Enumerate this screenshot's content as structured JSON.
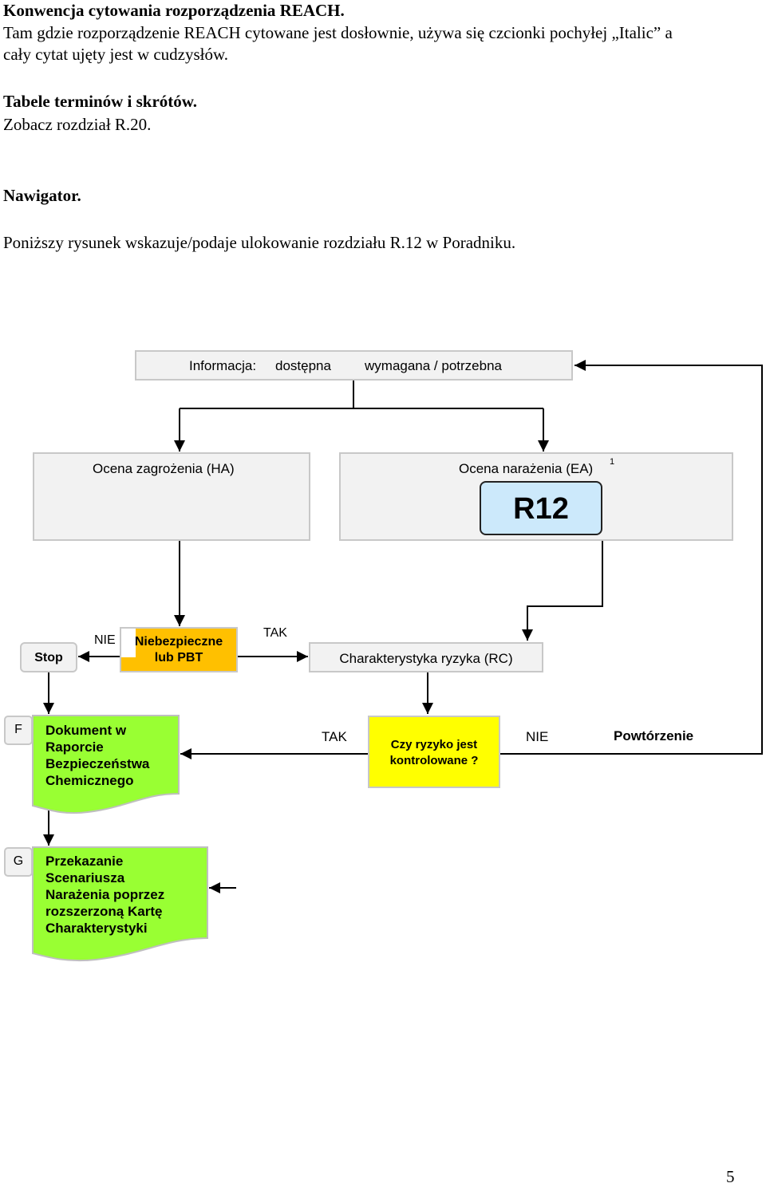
{
  "text": {
    "heading_conv": "Konwencja cytowania rozporządzenia REACH.",
    "conv_line1": "Tam gdzie rozporządzenie REACH cytowane jest dosłownie, używa się czcionki pochyłej „Italic” a",
    "conv_line2": "cały cytat ujęty jest w cudzysłów.",
    "heading_tables": "Tabele terminów i skrótów.",
    "tables_ref": "Zobacz rozdział R.20.",
    "heading_nav": "Nawigator.",
    "nav_desc": "Poniższy rysunek wskazuje/podaje ulokowanie rozdziału R.12 w Poradniku."
  },
  "diagram": {
    "info": {
      "prefix": "Informacja:",
      "available": "dostępna",
      "dash": "–",
      "required": "wymagana / potrzebna"
    },
    "hazard": "Ocena zagrożenia (HA)",
    "exposure": "Ocena narażenia (EA)",
    "exposure_sup": "1",
    "r12": "R12",
    "stop": "Stop",
    "nie_1": "NIE",
    "dangerous": "Niebezpieczne\nlub PBT",
    "tak_1": "TAK",
    "rc": "Charakterystyka ryzyka (RC)",
    "f": "F",
    "f_text": "Dokument w\nRaporcie\nBezpieczeństwa\nChemicznego",
    "tak_2": "TAK",
    "control": "Czy ryzyko jest\nkontrolowane ?",
    "nie_2": "NIE",
    "repeat": "Powtórzenie",
    "g": "G",
    "g_text": "Przekazanie\nScenariusza\nNarażenia poprzez\nrozszerzoną Kartę\nCharakterystyki"
  },
  "colors": {
    "grey_box": "#f2f2f2",
    "r12_fill": "#cce9fb",
    "orange": "#ffc000",
    "yellow": "#ffff00",
    "green": "#99ff33"
  },
  "page_number": "5"
}
